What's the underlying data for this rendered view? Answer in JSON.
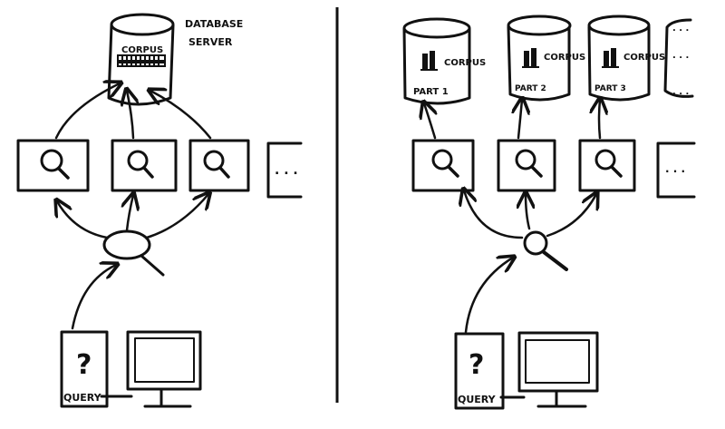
{
  "left": {
    "db_label": "CORPUS",
    "server_label_1": "DATABASE",
    "server_label_2": "SERVER",
    "dots": ". . .",
    "query_mark": "?",
    "query_label": "QUERY"
  },
  "right": {
    "corpus_parts": [
      {
        "line1": "CORPUS",
        "line2": "PART 1"
      },
      {
        "line1": "CORPUS",
        "line2": "PART 2"
      },
      {
        "line1": "CORPUS",
        "line2": "PART 3"
      }
    ],
    "dots": ". . .",
    "query_mark": "?",
    "query_label": "QUERY"
  }
}
